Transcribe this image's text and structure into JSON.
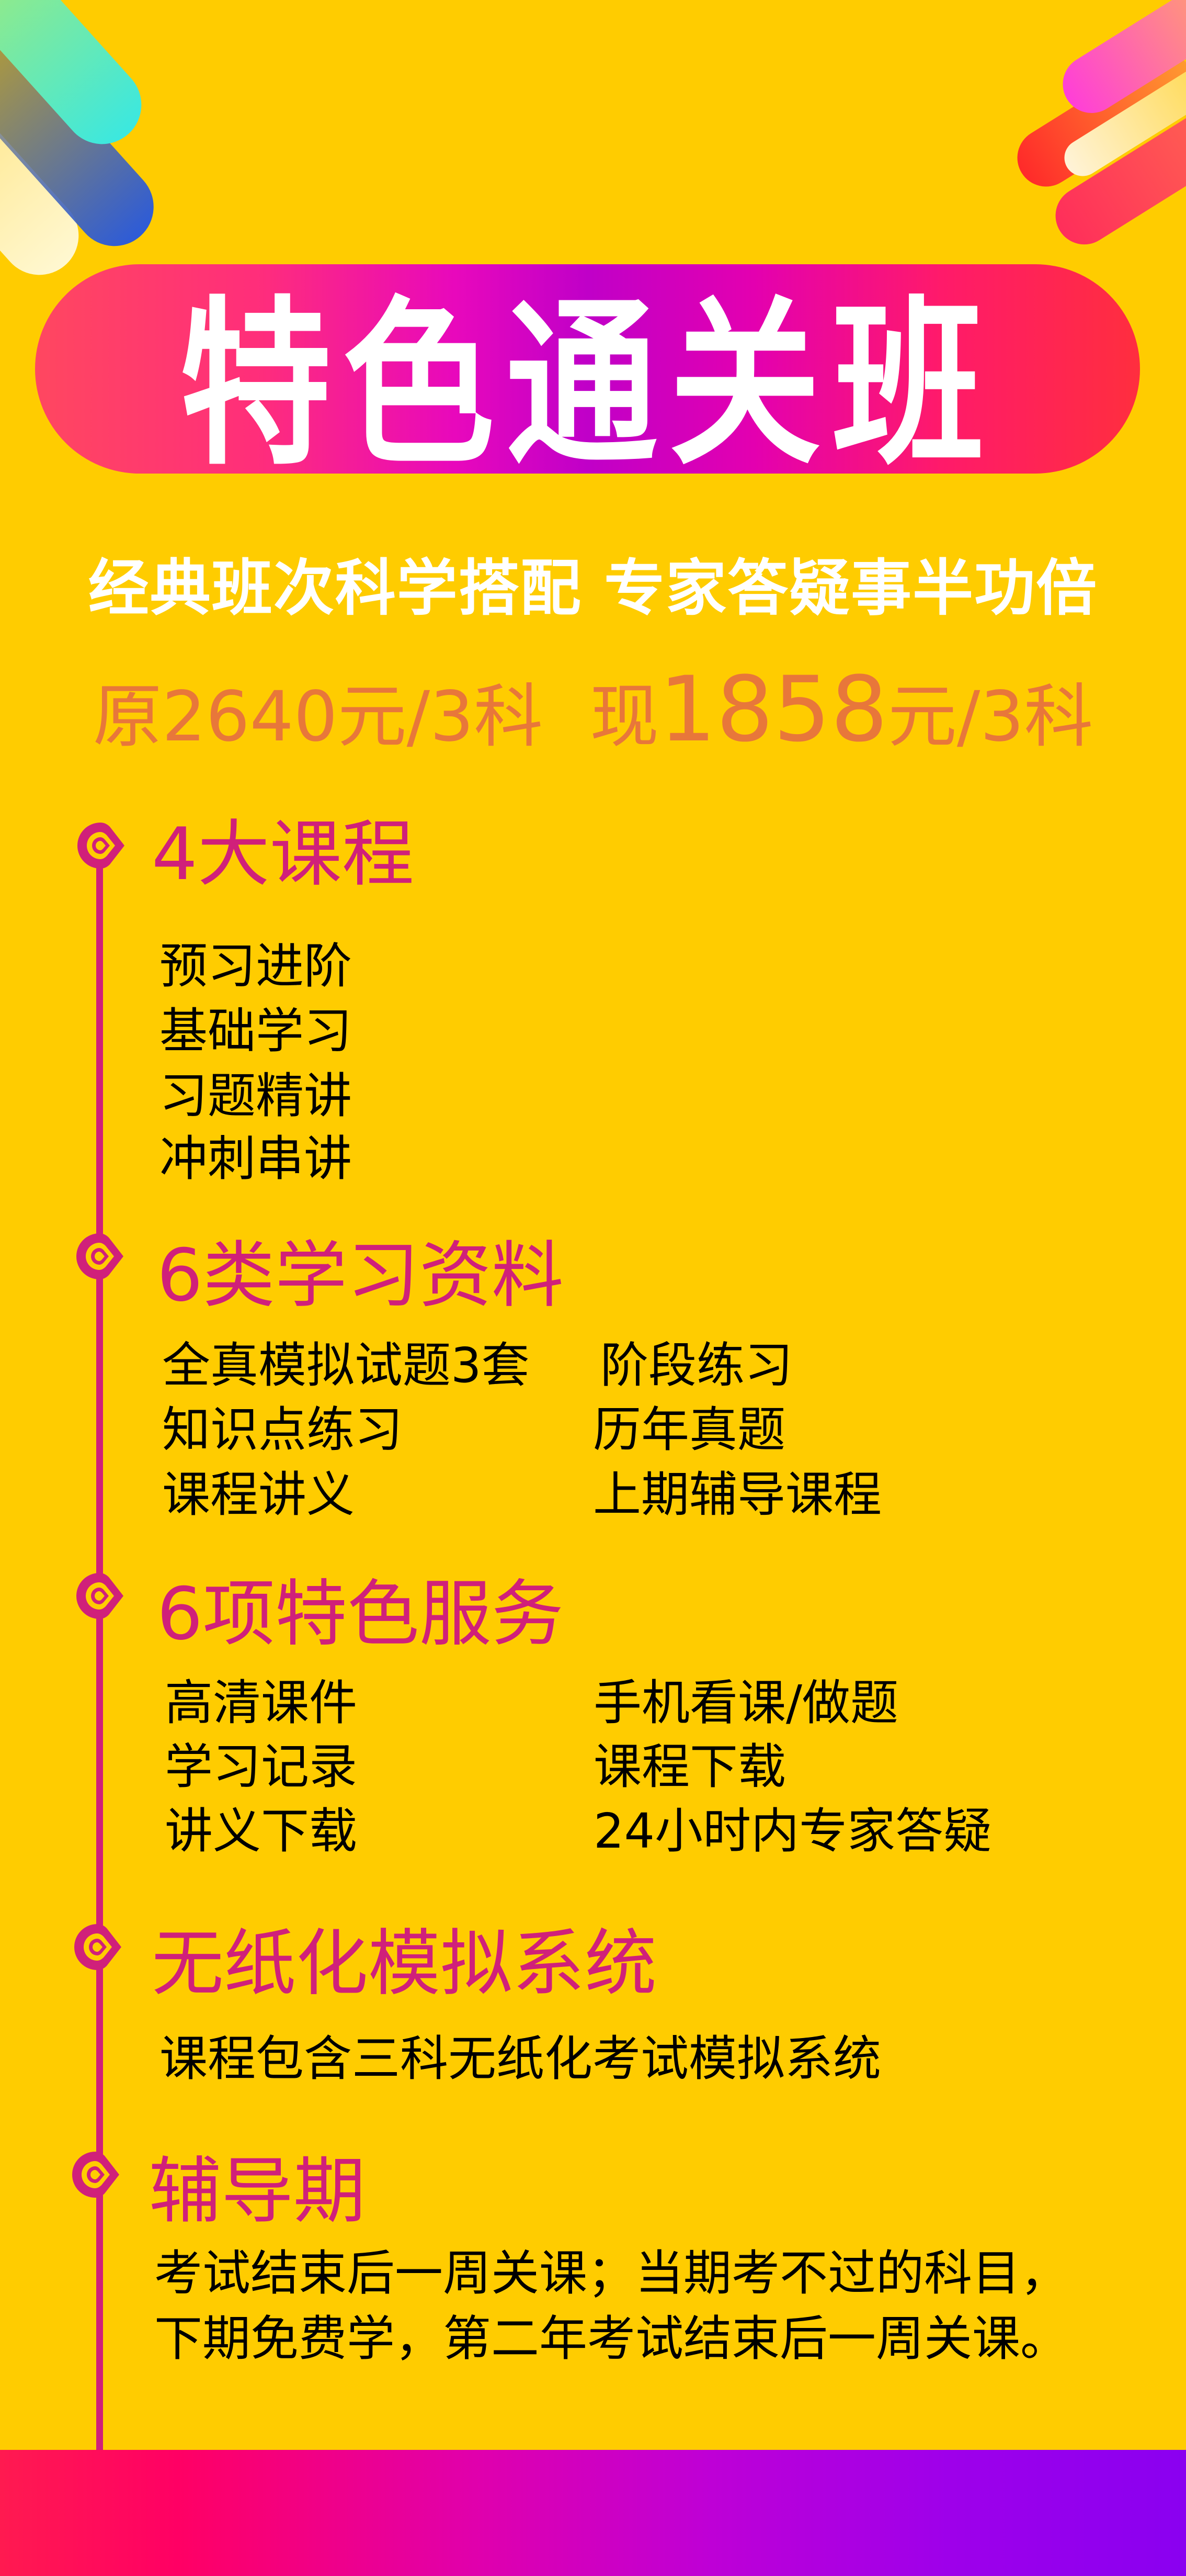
{
  "title": "特色通关班",
  "subtitle": "经典班次科学搭配 专家答疑事半功倍",
  "price": {
    "original_label": "原",
    "original_amount": "2640",
    "original_unit": "元/3科",
    "current_label": "现",
    "current_amount": "1858",
    "current_unit": "元/3科"
  },
  "colors": {
    "background": "#FFCC00",
    "accent": "#D0207A",
    "price": "#E8773A",
    "title_text": "#FFFFFF",
    "gradient_start": "#FF1A50",
    "gradient_end": "#8A00F0"
  },
  "sections": [
    {
      "heading": "4大课程",
      "icon": "location-pin-icon",
      "items": [
        "预习进阶",
        "基础学习",
        "习题精讲",
        "冲刺串讲"
      ]
    },
    {
      "heading": "6类学习资料",
      "icon": "location-pin-icon",
      "left_items": [
        "全真模拟试题3套",
        "知识点练习",
        "课程讲义"
      ],
      "right_items": [
        "阶段练习",
        "历年真题",
        "上期辅导课程"
      ]
    },
    {
      "heading": "6项特色服务",
      "icon": "location-pin-icon",
      "left_items": [
        "高清课件",
        "学习记录",
        "讲义下载"
      ],
      "right_items": [
        "手机看课/做题",
        "课程下载",
        "24小时内专家答疑"
      ]
    },
    {
      "heading": "无纸化模拟系统",
      "icon": "location-pin-icon",
      "text": "课程包含三科无纸化考试模拟系统"
    },
    {
      "heading": "辅导期",
      "icon": "location-pin-icon",
      "lines": [
        "考试结束后一周关课；当期考不过的科目，",
        "下期免费学，第二年考试结束后一周关课。"
      ]
    }
  ]
}
